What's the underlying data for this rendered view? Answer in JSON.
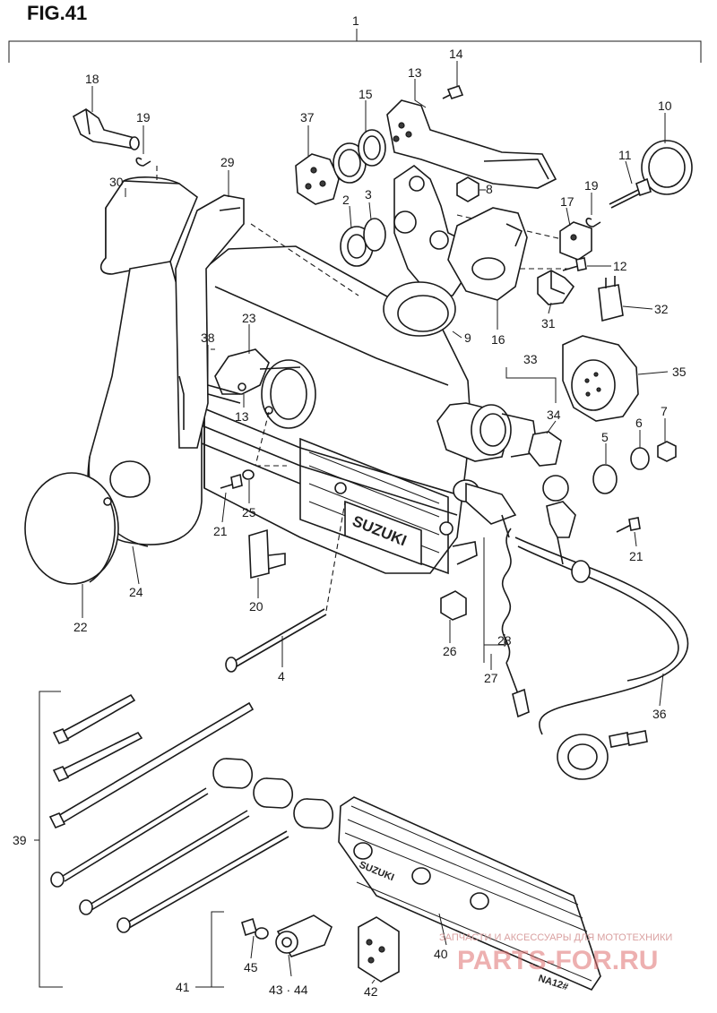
{
  "figure": {
    "title": "FIG.41",
    "emblem_main": "SUZUKI",
    "emblem_badge": "SUZUKI",
    "emblem_model": "NA12#"
  },
  "callouts": [
    {
      "id": "1",
      "text": "1"
    },
    {
      "id": "2",
      "text": "2"
    },
    {
      "id": "3",
      "text": "3"
    },
    {
      "id": "4",
      "text": "4"
    },
    {
      "id": "5",
      "text": "5"
    },
    {
      "id": "6",
      "text": "6"
    },
    {
      "id": "7",
      "text": "7"
    },
    {
      "id": "8",
      "text": "8"
    },
    {
      "id": "9",
      "text": "9"
    },
    {
      "id": "10",
      "text": "10"
    },
    {
      "id": "11",
      "text": "11"
    },
    {
      "id": "12",
      "text": "12"
    },
    {
      "id": "13a",
      "text": "13"
    },
    {
      "id": "13b",
      "text": "13"
    },
    {
      "id": "14",
      "text": "14"
    },
    {
      "id": "15",
      "text": "15"
    },
    {
      "id": "16",
      "text": "16"
    },
    {
      "id": "17",
      "text": "17"
    },
    {
      "id": "18",
      "text": "18"
    },
    {
      "id": "19a",
      "text": "19"
    },
    {
      "id": "19b",
      "text": "19"
    },
    {
      "id": "20",
      "text": "20"
    },
    {
      "id": "21a",
      "text": "21"
    },
    {
      "id": "21b",
      "text": "21"
    },
    {
      "id": "22",
      "text": "22"
    },
    {
      "id": "23",
      "text": "23"
    },
    {
      "id": "24",
      "text": "24"
    },
    {
      "id": "25",
      "text": "25"
    },
    {
      "id": "26",
      "text": "26"
    },
    {
      "id": "27",
      "text": "27"
    },
    {
      "id": "28",
      "text": "28"
    },
    {
      "id": "29",
      "text": "29"
    },
    {
      "id": "30",
      "text": "30"
    },
    {
      "id": "31",
      "text": "31"
    },
    {
      "id": "32",
      "text": "32"
    },
    {
      "id": "33",
      "text": "33"
    },
    {
      "id": "34",
      "text": "34"
    },
    {
      "id": "35",
      "text": "35"
    },
    {
      "id": "36",
      "text": "36"
    },
    {
      "id": "37",
      "text": "37"
    },
    {
      "id": "38",
      "text": "38"
    },
    {
      "id": "39",
      "text": "39"
    },
    {
      "id": "40",
      "text": "40"
    },
    {
      "id": "41",
      "text": "41"
    },
    {
      "id": "42",
      "text": "42"
    },
    {
      "id": "43-44",
      "text": "43 · 44"
    },
    {
      "id": "45",
      "text": "45"
    }
  ],
  "watermark": {
    "line1": "ЗАПЧАСТИ И АКСЕССУАРЫ ДЛЯ МОТОТЕХНИКИ",
    "line2": "PARTS-FOR.RU"
  }
}
